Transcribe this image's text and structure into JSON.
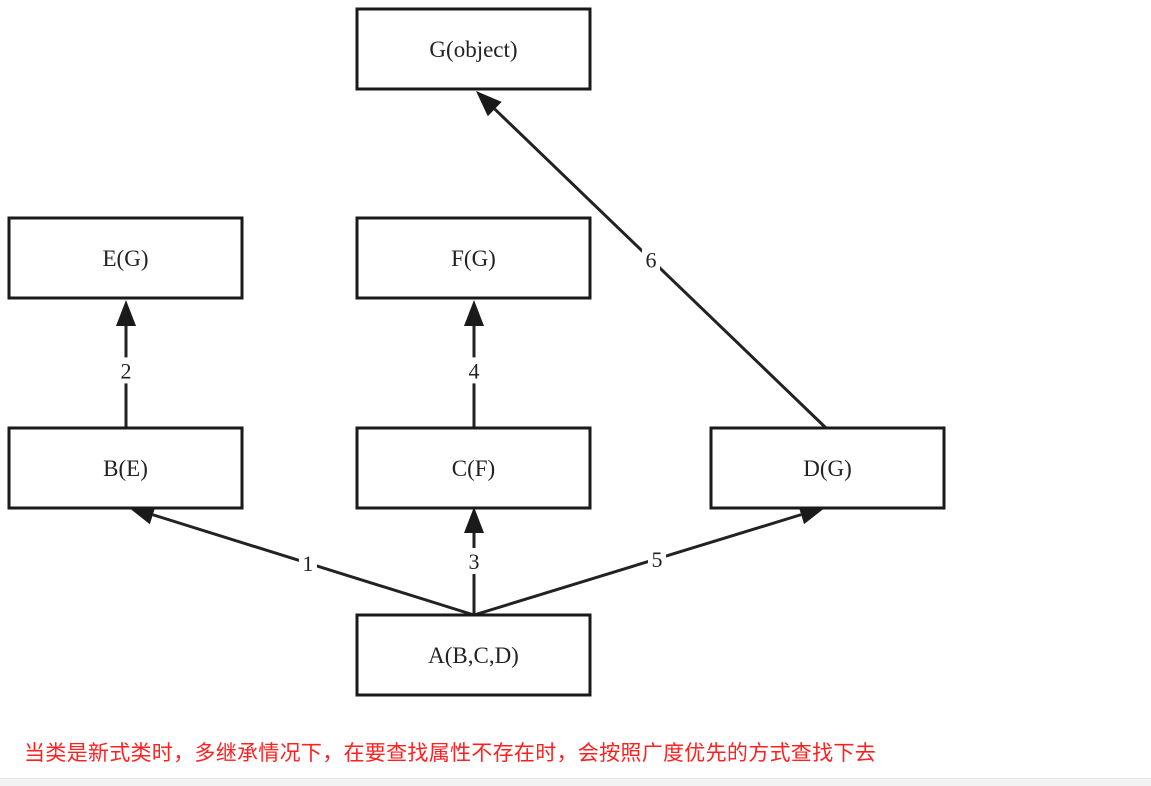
{
  "diagram": {
    "nodes": [
      {
        "id": "G",
        "label": "G(object)"
      },
      {
        "id": "E",
        "label": "E(G)"
      },
      {
        "id": "F",
        "label": "F(G)"
      },
      {
        "id": "B",
        "label": "B(E)"
      },
      {
        "id": "C",
        "label": "C(F)"
      },
      {
        "id": "D",
        "label": "D(G)"
      },
      {
        "id": "A",
        "label": "A(B,C,D)"
      }
    ],
    "edges": [
      {
        "from": "A",
        "to": "B",
        "label": "1"
      },
      {
        "from": "B",
        "to": "E",
        "label": "2"
      },
      {
        "from": "A",
        "to": "C",
        "label": "3"
      },
      {
        "from": "C",
        "to": "F",
        "label": "4"
      },
      {
        "from": "A",
        "to": "D",
        "label": "5"
      },
      {
        "from": "D",
        "to": "G",
        "label": "6"
      }
    ]
  },
  "caption": "当类是新式类时，多继承情况下，在要查找属性不存在时，会按照广度优先的方式查找下去",
  "colors": {
    "caption": "#ff2020",
    "stroke": "#1a1a1a"
  }
}
